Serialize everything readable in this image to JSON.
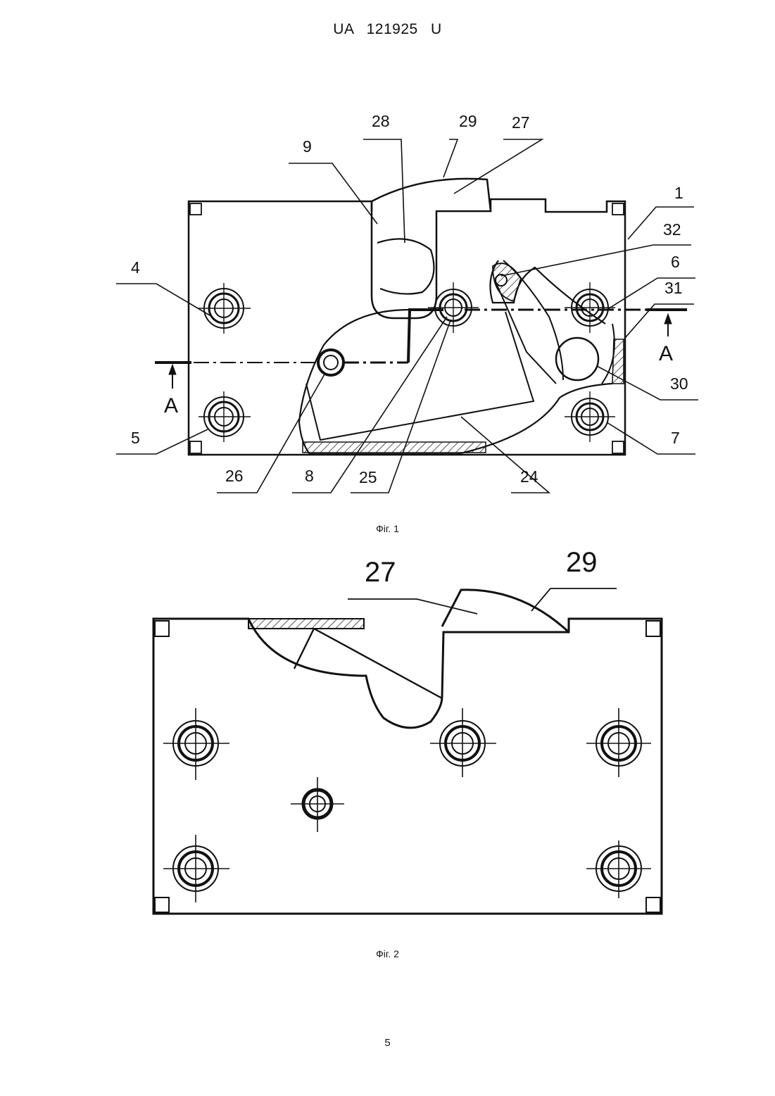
{
  "header": {
    "doc_number": "UA 121925 U"
  },
  "figure1": {
    "caption": "Фіг. 1",
    "labels": {
      "l1": "1",
      "l4": "4",
      "l5": "5",
      "l6": "6",
      "l7": "7",
      "l8": "8",
      "l9": "9",
      "l24": "24",
      "l25": "25",
      "l26": "26",
      "l27": "27",
      "l28": "28",
      "l29": "29",
      "l30": "30",
      "l31": "31",
      "l32": "32"
    },
    "section_left": "A",
    "section_right": "A"
  },
  "figure2": {
    "caption": "Фіг. 2",
    "labels": {
      "l27": "27",
      "l29": "29"
    }
  },
  "footer": {
    "page_number": "5"
  }
}
